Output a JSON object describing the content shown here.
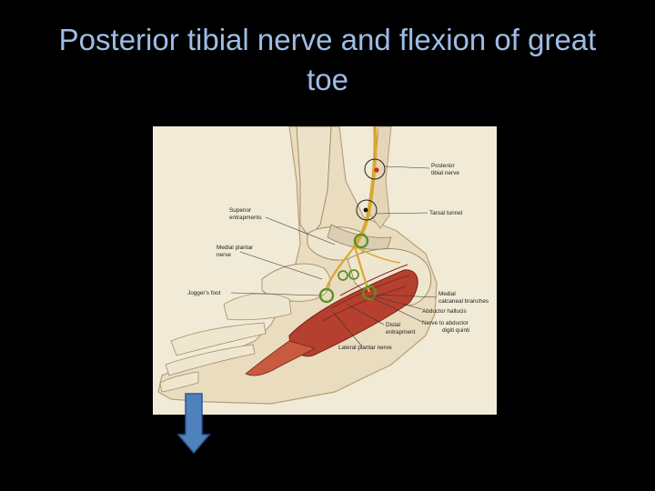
{
  "slide": {
    "title": "Posterior tibial nerve and flexion of great toe"
  },
  "figure": {
    "labels": {
      "posterior_tibial_nerve_1": "Posterior",
      "posterior_tibial_nerve_2": "tibial nerve",
      "tarsal_tunnel": "Tarsal tunnel",
      "superior_entrapments_1": "Superior",
      "superior_entrapments_2": "entrapments",
      "medial_plantar_nerve_1": "Medial plantar",
      "medial_plantar_nerve_2": "nerve",
      "joggers_foot": "Jogger's foot",
      "medial_calcaneal_branches_1": "Medial",
      "medial_calcaneal_branches_2": "calcaneal branches",
      "abductor_hallucis": "Abductor hallucis",
      "nerve_to_abductor_1": "Nerve to abductor",
      "nerve_to_abductor_2": "digiti quinti",
      "distal_entrapment_1": "Distal",
      "distal_entrapment_2": "entrapment",
      "lateral_plantar_nerve": "Lateral plantar nerve"
    }
  },
  "colors": {
    "background": "#000000",
    "title": "#9dbde6",
    "paper": "#f1ead6",
    "arrow": "#4f81bd",
    "marker_ring": "#5f8f2a",
    "marker_red": "#d92020"
  },
  "icons": {
    "arrow": "down-arrow-icon"
  }
}
